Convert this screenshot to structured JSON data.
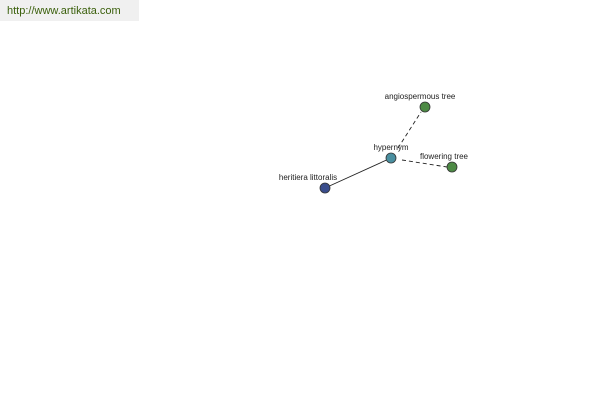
{
  "site_link": "http://www.artikata.com",
  "graph": {
    "nodes": [
      {
        "id": "heritiera",
        "label": "heritiera littoralis",
        "color": "#3a4d8c"
      },
      {
        "id": "hypernym",
        "label": "hypernym",
        "color": "#4a8fa0"
      },
      {
        "id": "angiospermous",
        "label": "angiospermous tree",
        "color": "#4d8a45"
      },
      {
        "id": "flowering",
        "label": "flowering tree",
        "color": "#4d8a45"
      }
    ],
    "edges": [
      {
        "from": "heritiera",
        "to": "hypernym",
        "style": "solid"
      },
      {
        "from": "hypernym",
        "to": "angiospermous",
        "style": "dashed"
      },
      {
        "from": "hypernym",
        "to": "flowering",
        "style": "dashed"
      }
    ]
  }
}
